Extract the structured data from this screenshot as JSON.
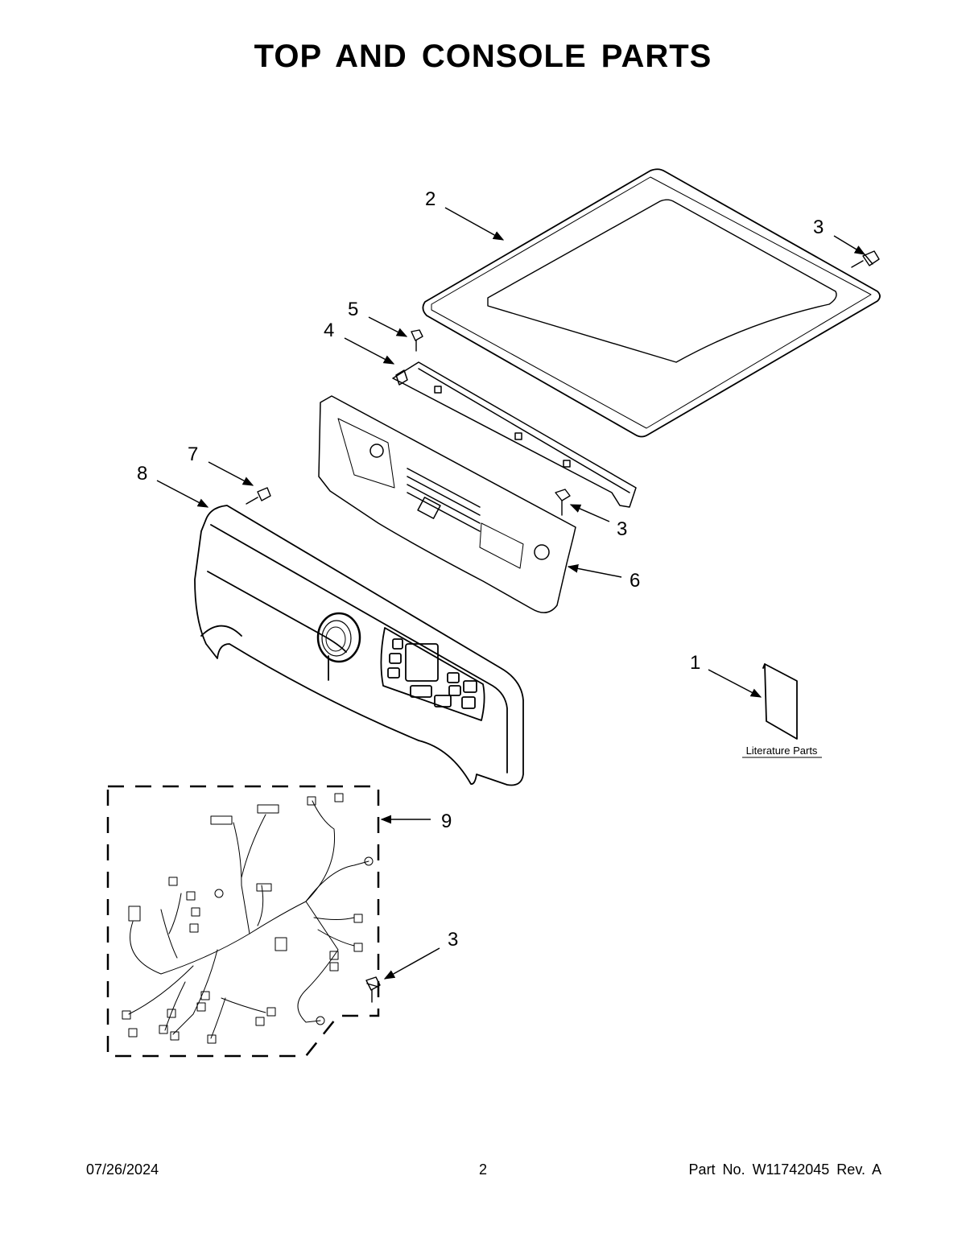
{
  "header": {
    "title": "TOP AND CONSOLE PARTS"
  },
  "callouts": {
    "c1": "1",
    "c2": "2",
    "c3a": "3",
    "c3b": "3",
    "c3c": "3",
    "c4": "4",
    "c5": "5",
    "c6": "6",
    "c7": "7",
    "c8": "8",
    "c9": "9"
  },
  "literature": {
    "label": "Literature Parts"
  },
  "footer": {
    "date": "07/26/2024",
    "page": "2",
    "part_number": "Part No.  W11742045  Rev.  A"
  }
}
